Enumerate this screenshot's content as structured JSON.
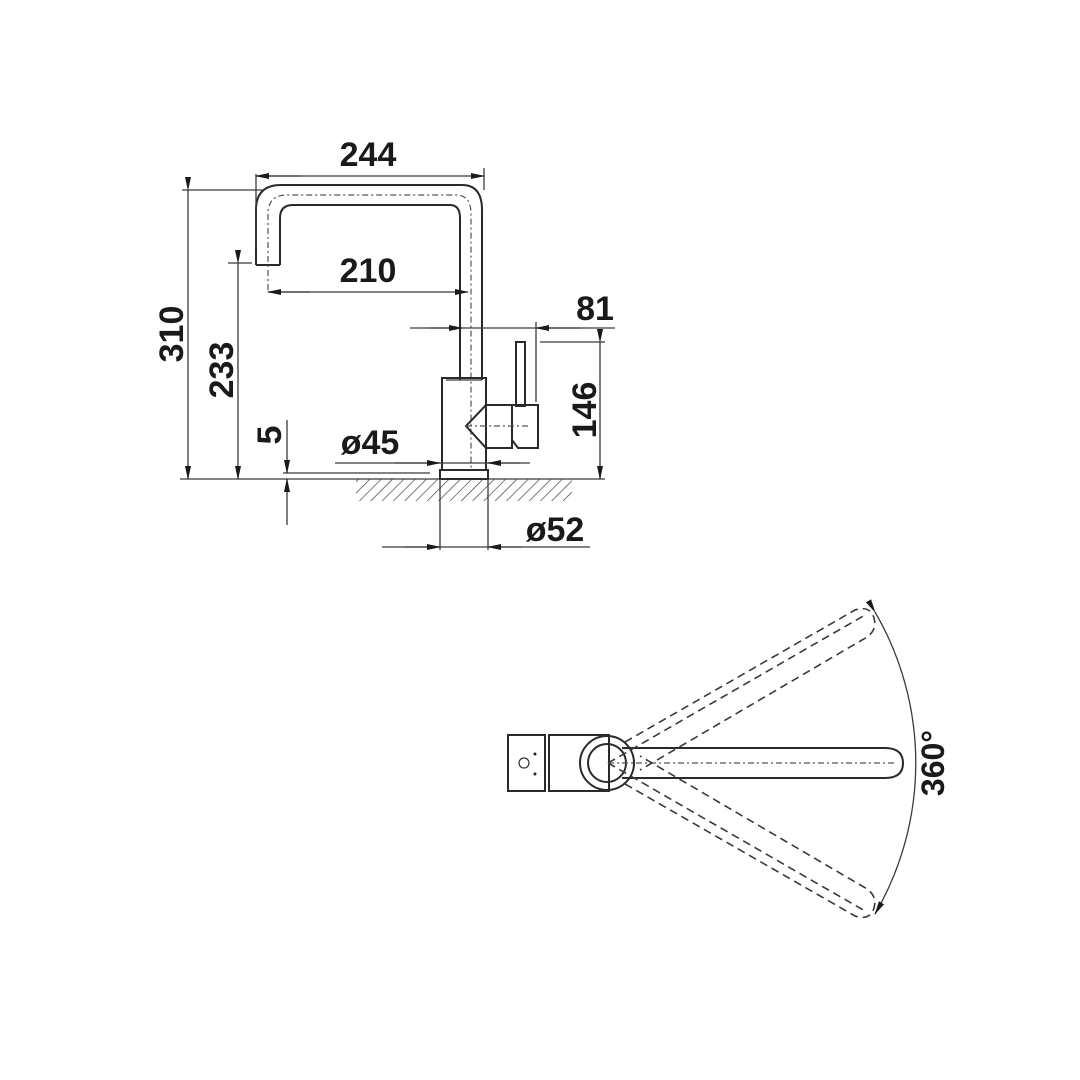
{
  "drawing": {
    "side_view": {
      "dimensions": {
        "total_reach": "244",
        "spout_reach": "210",
        "handle_offset": "81",
        "total_height": "310",
        "spout_height": "233",
        "max_deck_thickness": "5",
        "base_diameter": "ø45",
        "handle_height": "146",
        "hole_diameter": "ø52"
      }
    },
    "top_view": {
      "swivel_angle": "360°"
    }
  }
}
